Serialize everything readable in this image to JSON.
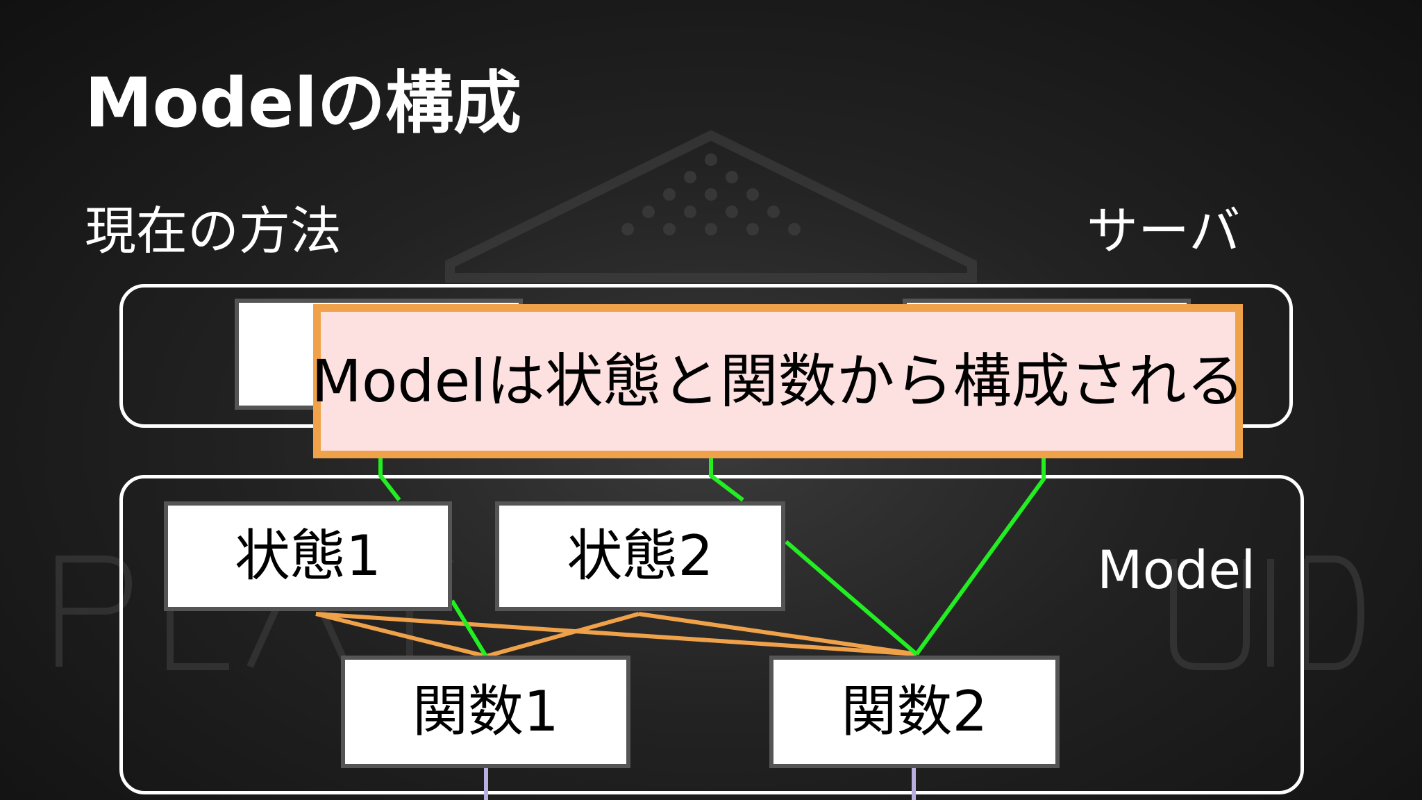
{
  "title": "Modelの構成",
  "subtitle": "現在の方法",
  "server_label": "サーバ",
  "model_label": "Model",
  "states": [
    {
      "label": "状態1"
    },
    {
      "label": "状態2"
    }
  ],
  "functions": [
    {
      "label": "関数1"
    },
    {
      "label": "関数2"
    }
  ],
  "callout": "Modelは状態と関数から構成される",
  "colors": {
    "green_link": "#22ee22",
    "orange_link": "#f0a24a",
    "purple_link": "#b8aee0",
    "callout_bg": "#fde0e0",
    "callout_border": "#f0a24a"
  }
}
